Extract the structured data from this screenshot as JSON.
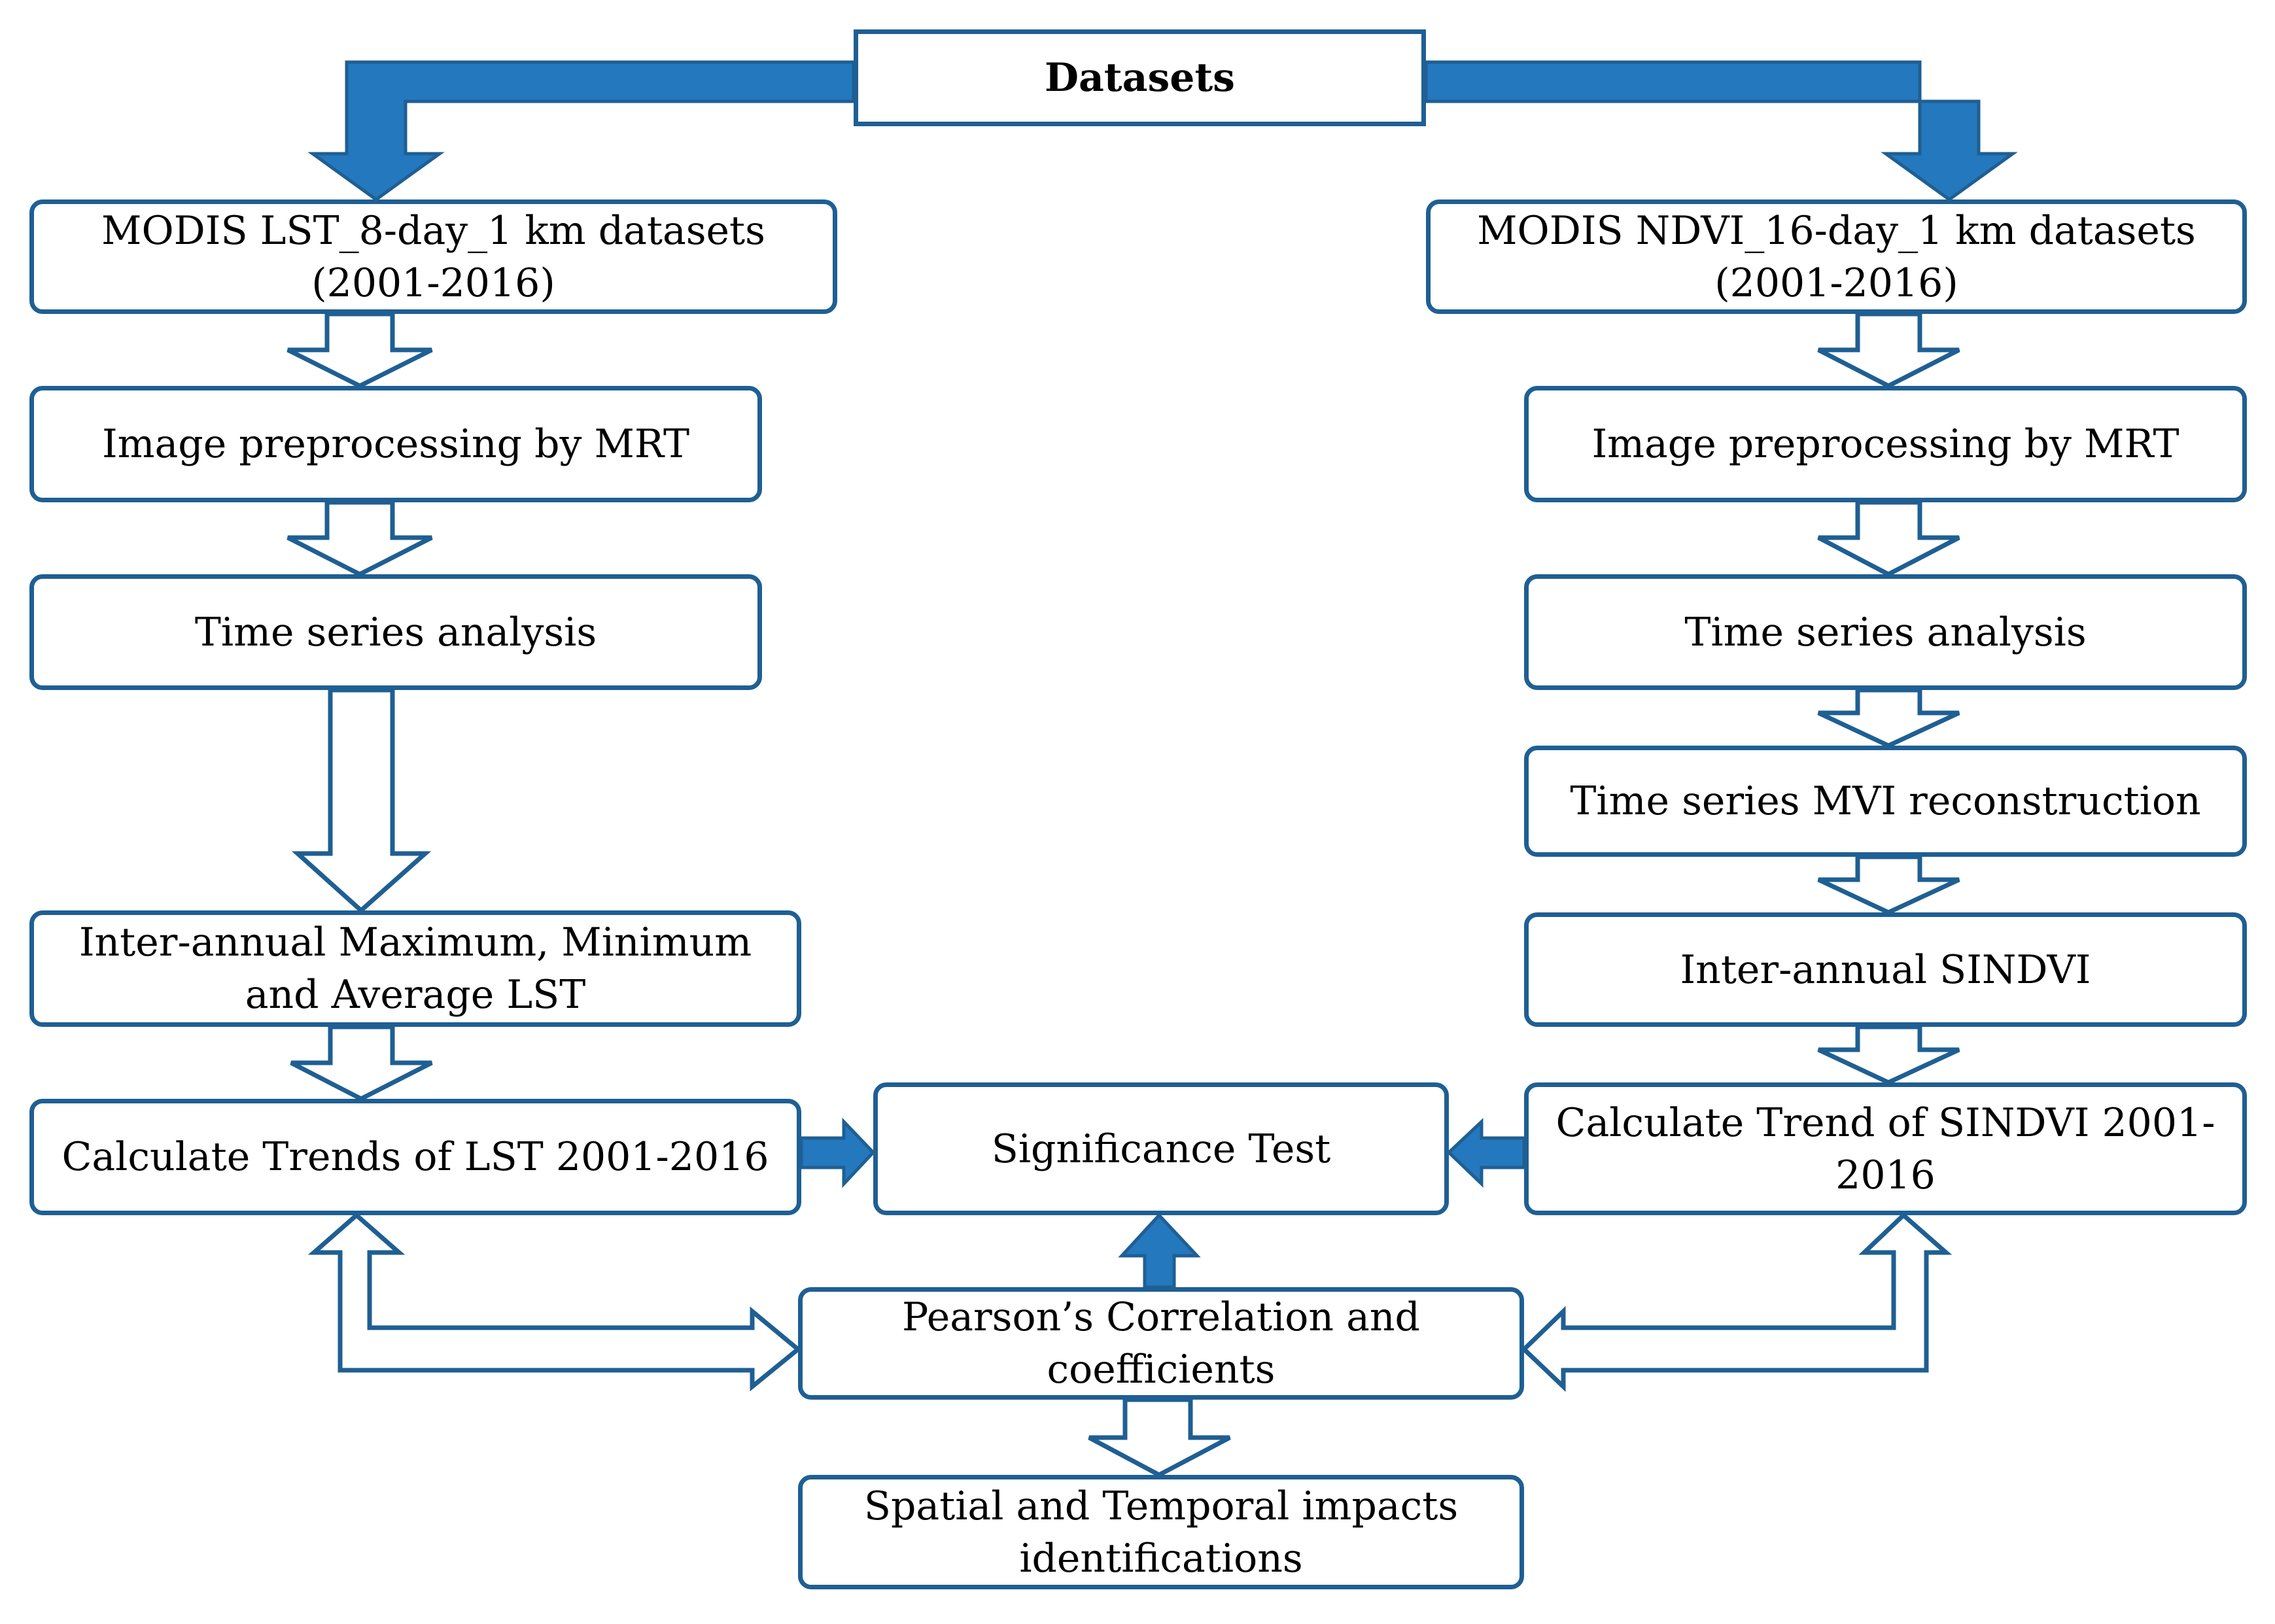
{
  "title": "Datasets",
  "left_branch": {
    "source": [
      "MODIS LST_8-day_1 km datasets",
      "(2001-2016)"
    ],
    "preprocess": "Image preprocessing by MRT",
    "time_series": "Time series analysis",
    "inter_annual": [
      "Inter-annual Maximum, Minimum",
      "and Average LST"
    ],
    "trend": "Calculate Trends of LST 2001-2016"
  },
  "right_branch": {
    "source": [
      "MODIS NDVI_16-day_1 km datasets",
      "(2001-2016)"
    ],
    "preprocess": "Image preprocessing by MRT",
    "time_series": "Time series analysis",
    "reconstruction": "Time series MVI reconstruction",
    "inter_annual": "Inter-annual SINDVI",
    "trend": [
      "Calculate Trend of SINDVI 2001-",
      "2016"
    ]
  },
  "center": {
    "significance": "Significance Test",
    "correlation": [
      "Pearson’s Correlation and",
      "coefficients"
    ],
    "impacts": [
      "Spatial and Temporal impacts",
      "identifications"
    ]
  },
  "colors": {
    "box_border": "#1f5f93",
    "solid_arrow": "#2478bd",
    "hollow_arrow_stroke": "#1f5f93"
  }
}
